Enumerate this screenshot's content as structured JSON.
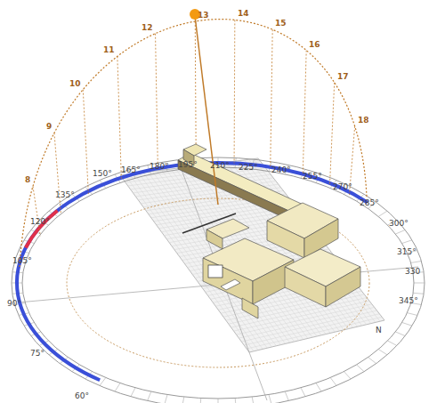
{
  "diagram": {
    "labels": [
      "8",
      "9",
      "10",
      "11",
      "12",
      "13",
      "14",
      "15",
      "16",
      "17",
      "18",
      "60°",
      "75°",
      "90°",
      "105°",
      "120°",
      "135°",
      "150°",
      "165°",
      "180°",
      "195°",
      "210°",
      "225°",
      "240°",
      "255°",
      "270°",
      "285°",
      "300°",
      "315°",
      "330",
      "345°",
      "N"
    ]
  }
}
